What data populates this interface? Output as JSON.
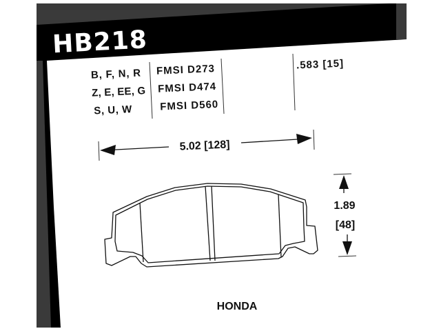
{
  "part_number": "HB218",
  "compounds": [
    "B, F, N, R",
    "Z, E, EE, G",
    "S, U, W"
  ],
  "fmsi": [
    "FMSI D273",
    "FMSI D474",
    "FMSI D560"
  ],
  "thickness": ".583 [15]",
  "width_dimension": "5.02 [128]",
  "height_dimension": {
    "inches": "1.89",
    "mm": "[48]"
  },
  "application": "HONDA",
  "colors": {
    "frame": "#3a3a3a",
    "header": "#000000",
    "background": "#ffffff",
    "line": "#111111"
  }
}
